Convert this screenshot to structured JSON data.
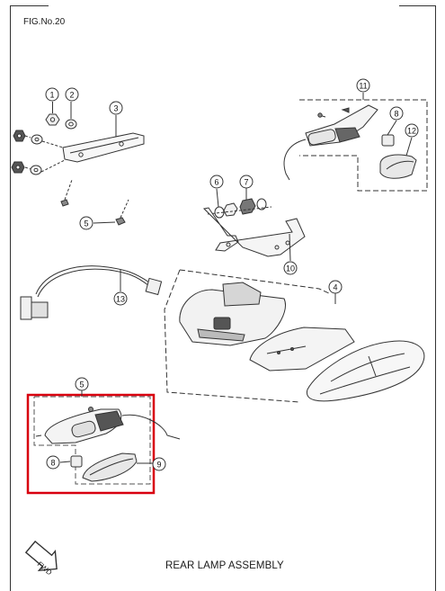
{
  "figure": {
    "label": "FIG.No.20",
    "caption": "REAR LAMP ASSEMBLY",
    "direction_label": "FWD"
  },
  "callouts": [
    "1",
    "2",
    "3",
    "5",
    "6",
    "7",
    "8",
    "10",
    "11",
    "12",
    "13",
    "4",
    "5",
    "8",
    "9"
  ],
  "colors": {
    "line": "#333333",
    "highlight": "#d8000f",
    "part_fill": "#f2f2f2",
    "dark_fill": "#555555"
  },
  "icons": [
    "fwd-arrow-icon"
  ]
}
